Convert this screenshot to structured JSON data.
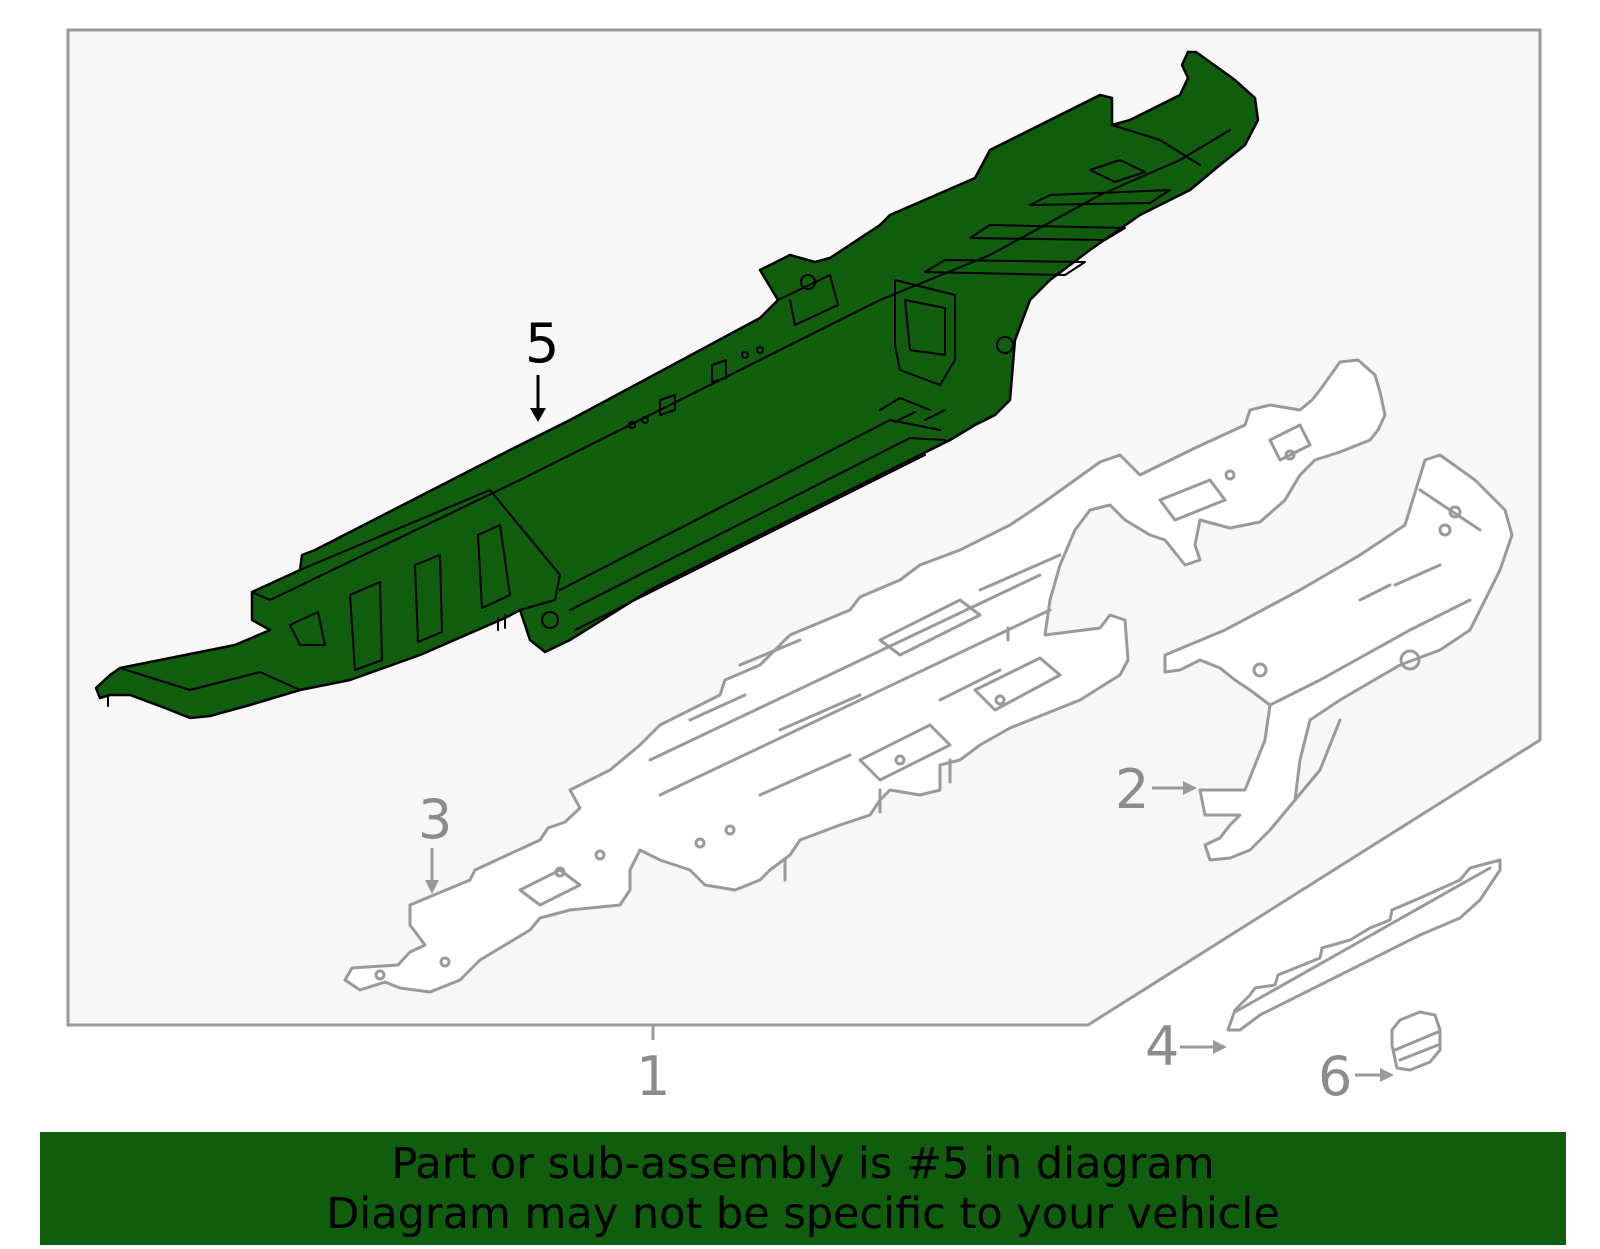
{
  "colors": {
    "highlight_part": "#0f5d0d",
    "outline_gray": "#9a9a9a",
    "panel_background": "#f7f7f7",
    "banner_background": "#0f5d0d"
  },
  "callouts": {
    "c1": "1",
    "c2": "2",
    "c3": "3",
    "c4": "4",
    "c5": "5",
    "c6": "6"
  },
  "banner": {
    "line1": "Part or sub-assembly is #5 in diagram",
    "line2": "Diagram may not be specific to your vehicle"
  }
}
